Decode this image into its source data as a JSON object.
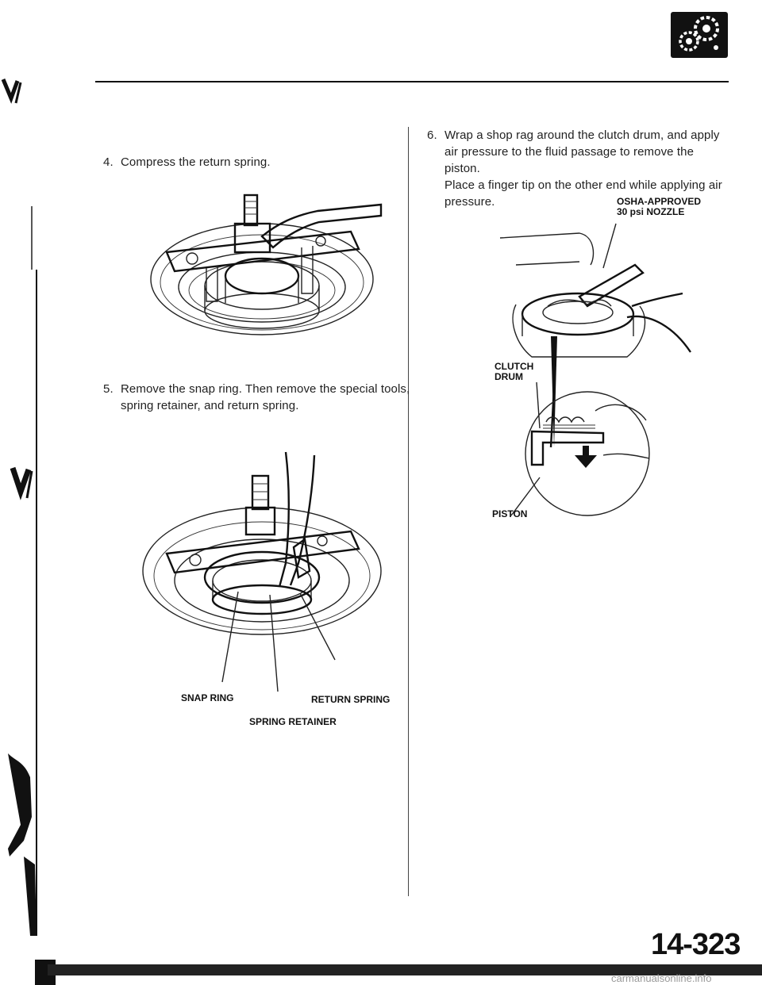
{
  "steps": [
    {
      "number": "4.",
      "text": "Compress the return spring."
    },
    {
      "number": "5.",
      "text_line1": "Remove the snap ring. Then remove the special tools,",
      "text_line2": "spring retainer, and return spring."
    },
    {
      "number": "6.",
      "text_line1": "Wrap a shop rag around the clutch drum, and apply",
      "text_line2": "air pressure to the fluid passage to remove the piston.",
      "text_line3": "Place a finger tip on the other end while applying air",
      "text_line4": "pressure."
    }
  ],
  "callouts": {
    "snap_ring": "SNAP RING",
    "return_spring": "RETURN SPRING",
    "spring_retainer": "SPRING RETAINER",
    "osha_line1": "OSHA-APPROVED",
    "osha_line2": "30 psi NOZZLE",
    "clutch_drum_line1": "CLUTCH",
    "clutch_drum_line2": "DRUM",
    "piston": "PISTON"
  },
  "page_number": "14-323",
  "watermark": "carmanualsonline.info",
  "section_icon": "transmission-gears-icon"
}
